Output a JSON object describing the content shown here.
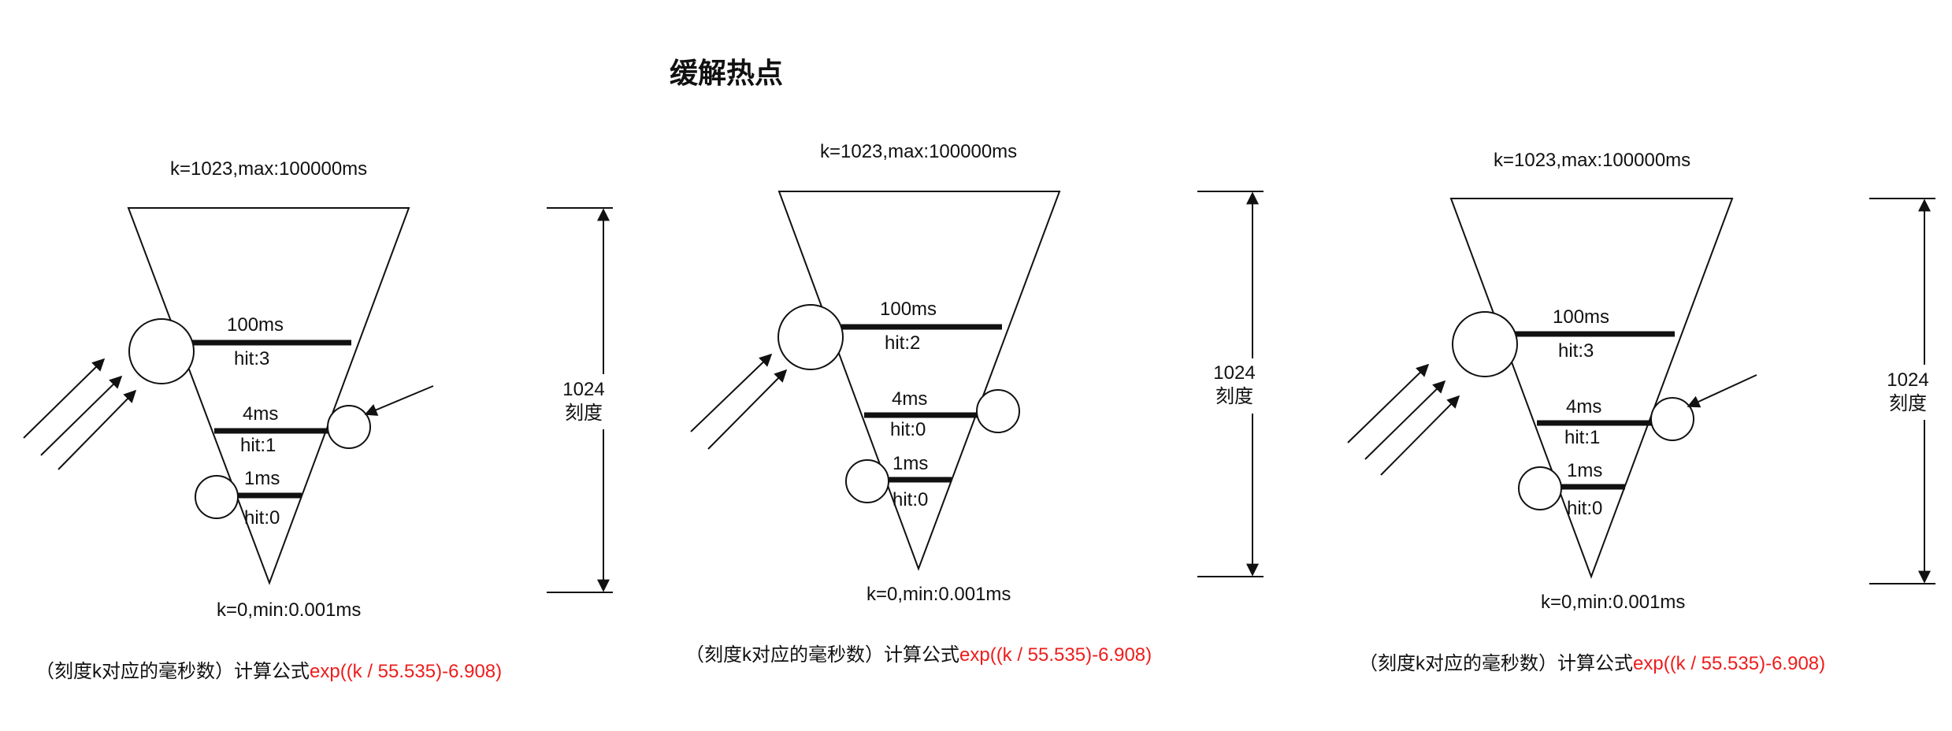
{
  "title": "缓解热点",
  "colors": {
    "line": "#111111",
    "formula_highlight": "#ee1c1c"
  },
  "panels": [
    {
      "top_label": "k=1023,max:100000ms",
      "bottom_label": "k=0,min:0.001ms",
      "scale": {
        "value": "1024",
        "unit": "刻度"
      },
      "levels": [
        {
          "ms": "100ms",
          "hit": "hit:3"
        },
        {
          "ms": "4ms",
          "hit": "hit:1"
        },
        {
          "ms": "1ms",
          "hit": "hit:0"
        }
      ],
      "formula_prefix": "（刻度k对应的毫秒数）计算公式",
      "formula_expr": "exp((k / 55.535)-6.908)"
    },
    {
      "top_label": "k=1023,max:100000ms",
      "bottom_label": "k=0,min:0.001ms",
      "scale": {
        "value": "1024",
        "unit": "刻度"
      },
      "levels": [
        {
          "ms": "100ms",
          "hit": "hit:2"
        },
        {
          "ms": "4ms",
          "hit": "hit:0"
        },
        {
          "ms": "1ms",
          "hit": "hit:0"
        }
      ],
      "formula_prefix": "（刻度k对应的毫秒数）计算公式",
      "formula_expr": "exp((k / 55.535)-6.908)"
    },
    {
      "top_label": "k=1023,max:100000ms",
      "bottom_label": "k=0,min:0.001ms",
      "scale": {
        "value": "1024",
        "unit": "刻度"
      },
      "levels": [
        {
          "ms": "100ms",
          "hit": "hit:3"
        },
        {
          "ms": "4ms",
          "hit": "hit:1"
        },
        {
          "ms": "1ms",
          "hit": "hit:0"
        }
      ],
      "formula_prefix": "（刻度k对应的毫秒数）计算公式",
      "formula_expr": "exp((k / 55.535)-6.908)"
    }
  ]
}
